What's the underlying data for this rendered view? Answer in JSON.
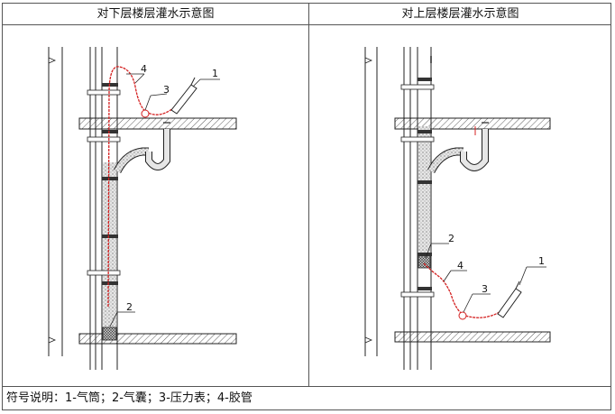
{
  "panels": [
    {
      "title": "对下层楼层灌水示意图"
    },
    {
      "title": "对上层楼层灌水示意图"
    }
  ],
  "callouts": [
    "1",
    "2",
    "3",
    "4"
  ],
  "legend": "符号说明：1-气筒；2-气囊；3-压力表；4-胶管",
  "colors": {
    "hose": "#d42020",
    "line": "#222222",
    "fill": "#cfcfcf"
  }
}
